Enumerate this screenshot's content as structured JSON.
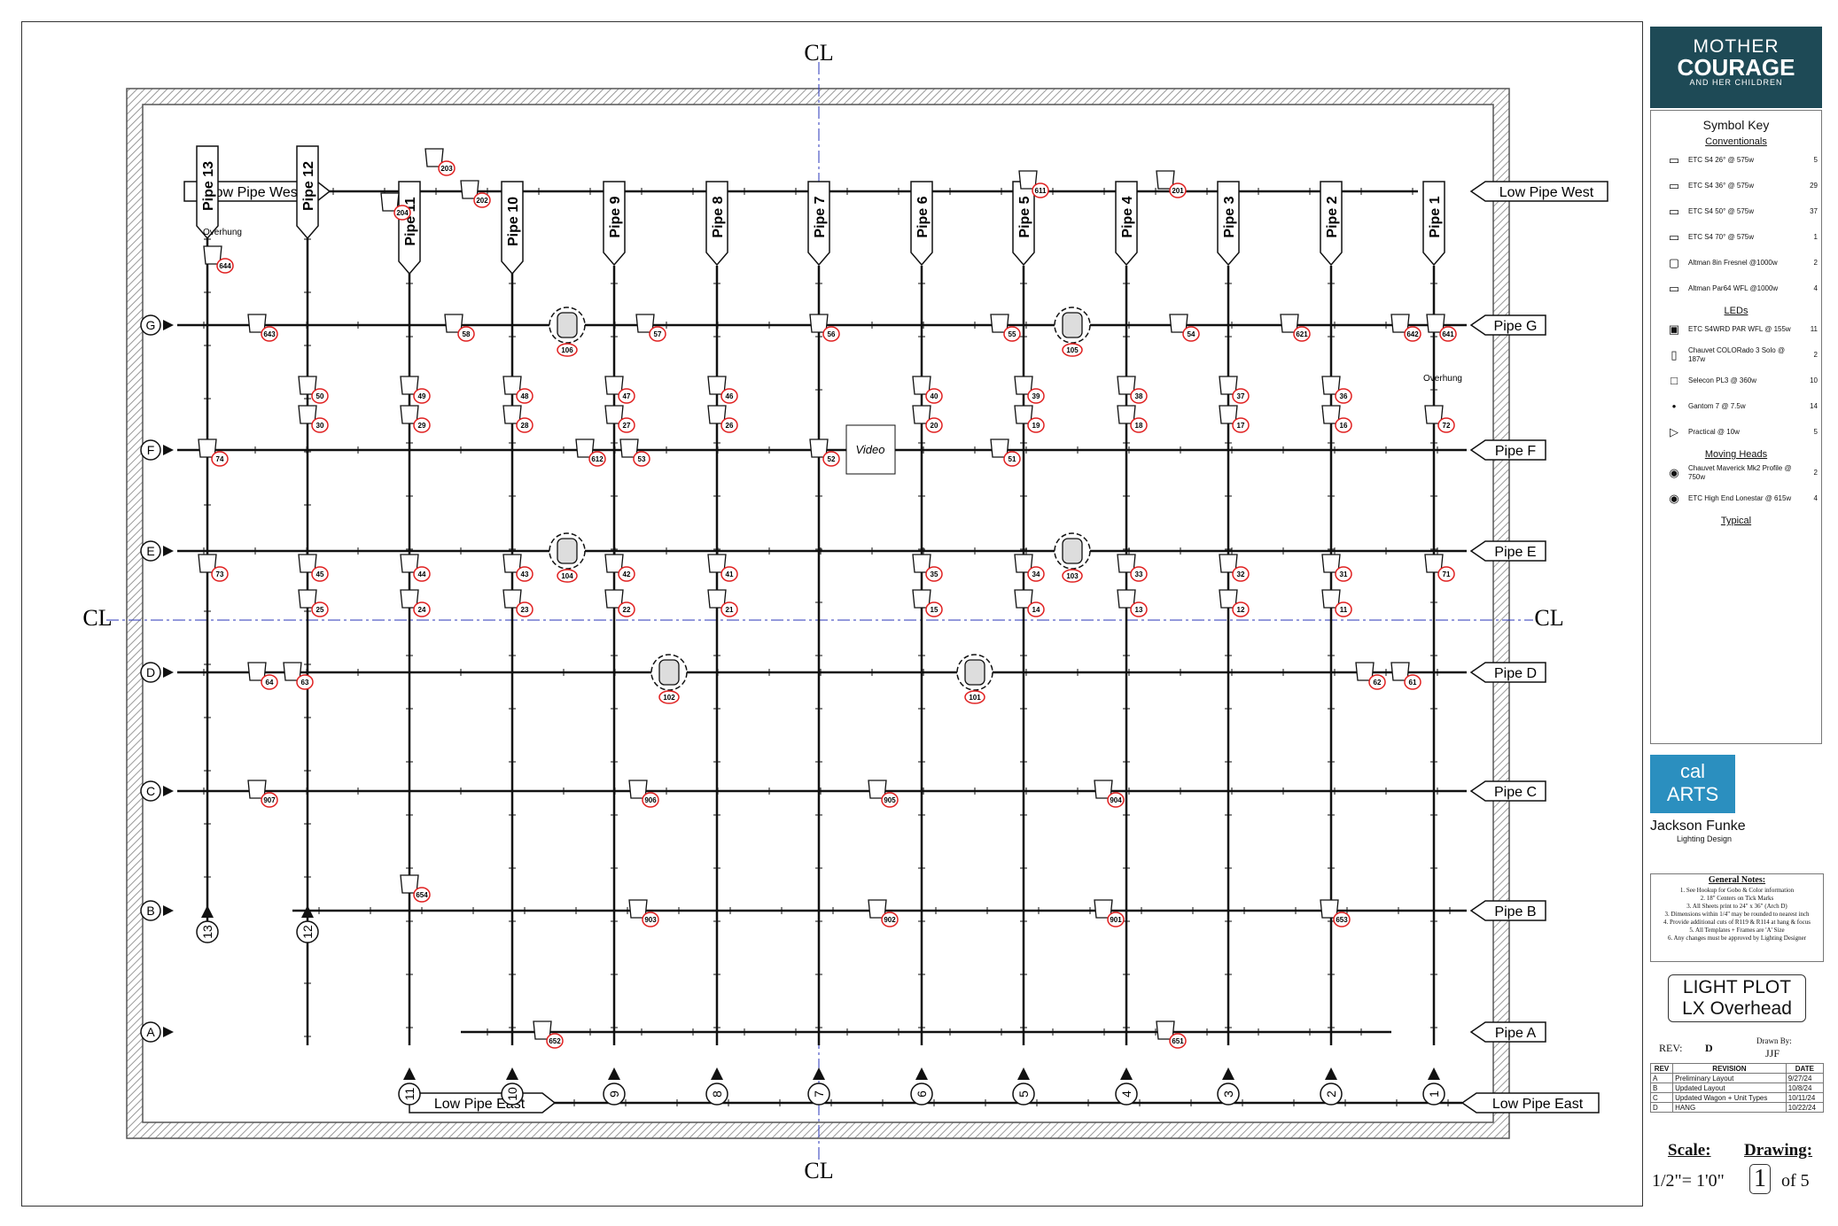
{
  "centerline_label": "CL",
  "pipes": [
    {
      "id": "low-pipe-west",
      "label": "Low Pipe West"
    },
    {
      "id": "pipe-g",
      "label": "Pipe G",
      "end": "G"
    },
    {
      "id": "pipe-f",
      "label": "Pipe F",
      "end": "F"
    },
    {
      "id": "pipe-e",
      "label": "Pipe E",
      "end": "E"
    },
    {
      "id": "pipe-d",
      "label": "Pipe D",
      "end": "D"
    },
    {
      "id": "pipe-c",
      "label": "Pipe C",
      "end": "C"
    },
    {
      "id": "pipe-b",
      "label": "Pipe B",
      "end": "B"
    },
    {
      "id": "pipe-a",
      "label": "Pipe A",
      "end": "A"
    },
    {
      "id": "low-pipe-east",
      "label": "Low Pipe East"
    }
  ],
  "vertical_pipes": [
    {
      "label": "Pipe 13",
      "end": "13"
    },
    {
      "label": "Pipe 12",
      "end": "12"
    },
    {
      "label": "Pipe 11",
      "end": "11"
    },
    {
      "label": "Pipe 10",
      "end": "10"
    },
    {
      "label": "Pipe 9",
      "end": "9"
    },
    {
      "label": "Pipe 8",
      "end": "8"
    },
    {
      "label": "Pipe 7",
      "end": "7"
    },
    {
      "label": "Pipe 6",
      "end": "6"
    },
    {
      "label": "Pipe 5",
      "end": "5"
    },
    {
      "label": "Pipe 4",
      "end": "4"
    },
    {
      "label": "Pipe 3",
      "end": "3"
    },
    {
      "label": "Pipe 2",
      "end": "2"
    },
    {
      "label": "Pipe 1",
      "end": "1"
    }
  ],
  "notes": {
    "overhung": "Overhung",
    "video": "Video"
  },
  "channels": {
    "g_row": [
      "643",
      "58",
      "57",
      "56",
      "55",
      "54",
      "621",
      "642",
      "641"
    ],
    "upper_f": [
      "30",
      "29",
      "28",
      "27",
      "26",
      "20",
      "19",
      "18",
      "17",
      "16",
      "72",
      "50",
      "49",
      "48",
      "47",
      "46",
      "40",
      "39",
      "38",
      "37",
      "36"
    ],
    "f_row": [
      "74",
      "612",
      "53",
      "52",
      "51"
    ],
    "e_row": [
      "73",
      "25",
      "24",
      "23",
      "22",
      "21",
      "15",
      "14",
      "13",
      "12",
      "11",
      "45",
      "44",
      "43",
      "42",
      "41",
      "35",
      "34",
      "33",
      "32",
      "31",
      "71"
    ],
    "movers": [
      "106",
      "105",
      "104",
      "103",
      "102",
      "101"
    ],
    "d_row": [
      "64",
      "63",
      "62",
      "61"
    ],
    "c_row": [
      "907",
      "906",
      "905",
      "904"
    ],
    "b_row": [
      "654",
      "903",
      "902",
      "901",
      "653"
    ],
    "a_row": [
      "652",
      "651"
    ],
    "west": [
      "204",
      "203",
      "202",
      "201",
      "644",
      "611"
    ]
  },
  "title_block": {
    "show_title_1": "MOTHER",
    "show_title_2": "COURAGE",
    "show_title_3": "AND HER CHILDREN",
    "symbol_key": "Symbol Key",
    "conventionals": "Conventionals",
    "leds": "LEDs",
    "moving_heads": "Moving Heads",
    "typical": "Typical",
    "key": [
      {
        "name": "ETC S4 26° @ 575w",
        "count": "5"
      },
      {
        "name": "ETC S4 36° @ 575w",
        "count": "29"
      },
      {
        "name": "ETC S4 50° @ 575w",
        "count": "37"
      },
      {
        "name": "ETC S4 70° @ 575w",
        "count": "1"
      },
      {
        "name": "Altman 8in Fresnel @1000w",
        "count": "2"
      },
      {
        "name": "Altman Par64 WFL @1000w",
        "count": "4"
      },
      {
        "name": "ETC S4WRD PAR WFL @ 155w",
        "count": "11"
      },
      {
        "name": "Chauvet COLORado 3 Solo @ 187w",
        "count": "2"
      },
      {
        "name": "Selecon PL3 @ 360w",
        "count": "10"
      },
      {
        "name": "Gantom 7 @ 7.5w",
        "count": "14"
      },
      {
        "name": "Practical @ 10w",
        "count": "5"
      },
      {
        "name": "Chauvet Maverick Mk2 Profile @ 750w",
        "count": "2"
      },
      {
        "name": "ETC High End Lonestar @ 615w",
        "count": "4"
      }
    ],
    "school_1": "cal",
    "school_2": "ARTS",
    "designer": "Jackson Funke",
    "designer_sub": "Lighting Design",
    "general_notes": "General Notes:",
    "notes_list": [
      "1. See Hookup for Gobo & Color information",
      "2. 18\" Centers on Tick Marks",
      "3. All Sheets print to 24\" x 36\" (Arch D)",
      "3. Dimensions within 1/4\" may be rounded to nearest inch",
      "4. Provide additional cuts of R119 & R114 at hang & focus",
      "5. All Templates + Frames are 'A' Size",
      "6. Any changes must be approved by Lighting Designer"
    ],
    "plot_title": "LIGHT PLOT",
    "plot_sub": "LX Overhead",
    "rev_label": "REV:",
    "rev_value": "D",
    "drawn_by_label": "Drawn By:",
    "drawn_by": "JJF",
    "revisions": [
      {
        "rev": "A",
        "desc": "Preliminary Layout",
        "date": "9/27/24"
      },
      {
        "rev": "B",
        "desc": "Updated Layout",
        "date": "10/8/24"
      },
      {
        "rev": "C",
        "desc": "Updated Wagon + Unit Types",
        "date": "10/11/24"
      },
      {
        "rev": "D",
        "desc": "HANG",
        "date": "10/22/24"
      }
    ],
    "rev_head": [
      "REV",
      "REVISION",
      "DATE"
    ],
    "scale_label": "Scale:",
    "scale_value": "1/2\"= 1'0\"",
    "drawing_label": "Drawing:",
    "drawing_num": "1",
    "drawing_of": "of 5"
  }
}
